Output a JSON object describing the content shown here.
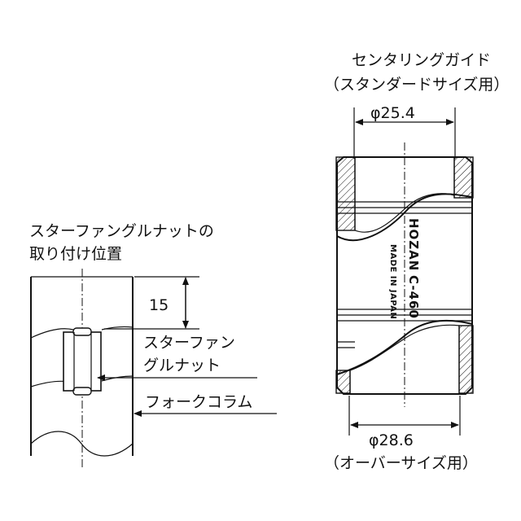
{
  "centering_guide": {
    "title": "センタリングガイド",
    "subtitle": "（スタンダードサイズ用）",
    "top_diameter": "φ25.4",
    "bottom_diameter": "φ28.6",
    "bottom_note": "（オーバーサイズ用）",
    "brand_stamp": "HOZAN",
    "made_in_stamp": "MADE IN JAPAN",
    "model_stamp": "C-460"
  },
  "fork": {
    "position_label_line1": "スターファングルナットの",
    "position_label_line2": "取り付け位置",
    "dimension": "15",
    "nut_label_line1": "スターファン",
    "nut_label_line2": "グルナット",
    "column_label": "フォークコラム"
  }
}
